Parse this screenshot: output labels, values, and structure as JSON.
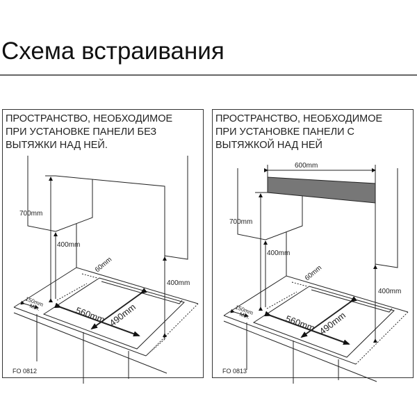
{
  "title": "Схема встраивания",
  "panels": [
    {
      "heading": "ПРОСТРАНСТВО, НЕОБХОДИМОЕ\nПРИ УСТАНОВКЕ ПАНЕЛИ БЕЗ\nВЫТЯЖКИ НАД НЕЙ.",
      "code": "FO 0812",
      "labels": {
        "h700": "700mm",
        "h400a": "400mm",
        "h400b": "400mm",
        "d60": "60mm",
        "w560": "560mm",
        "d490": "490mm",
        "min50": "150mm",
        "min": "Min."
      }
    },
    {
      "heading": "ПРОСТРАНСТВО, НЕОБХОДИМОЕ\nПРИ УСТАНОВКЕ ПАНЕЛИ С\nВЫТЯЖКОЙ НАД НЕЙ",
      "code": "FO 0813",
      "hood_width": "600mm",
      "labels": {
        "h700": "700mm",
        "h400a": "400mm",
        "h400b": "400mm",
        "d60": "60mm",
        "w560": "560mm",
        "d490": "490mm",
        "min50": "150mm",
        "min": "Min."
      }
    }
  ]
}
